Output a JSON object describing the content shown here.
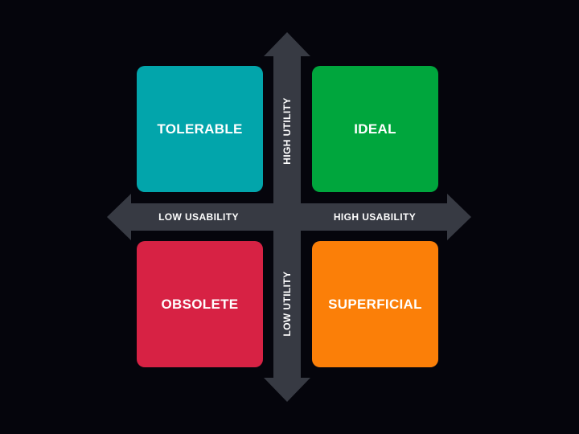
{
  "colors": {
    "background": "#05050c",
    "axis": "#373a43",
    "tolerable": "#02a5ab",
    "ideal": "#00a63d",
    "obsolete": "#d72244",
    "superficial": "#fb7f08"
  },
  "quadrants": {
    "top_left": "TOLERABLE",
    "top_right": "IDEAL",
    "bottom_left": "OBSOLETE",
    "bottom_right": "SUPERFICIAL"
  },
  "axes": {
    "x_low": "LOW USABILITY",
    "x_high": "HIGH USABILITY",
    "y_high": "HIGH UTILITY",
    "y_low": "LOW UTILITY"
  }
}
